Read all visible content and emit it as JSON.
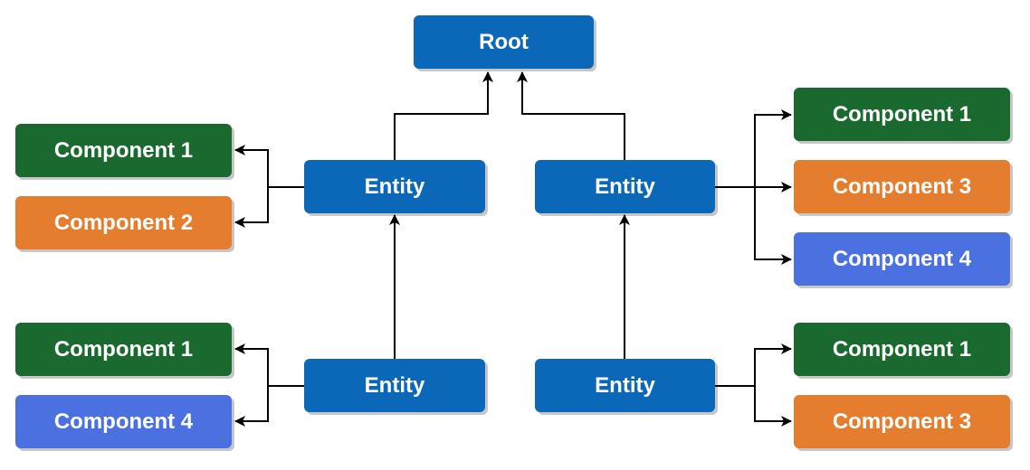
{
  "colors": {
    "entity": "#0b68b8",
    "component_1": "#1a6a30",
    "component_2": "#e57d2f",
    "component_3": "#e57d2f",
    "component_4": "#4b70e0",
    "connector": "#000000"
  },
  "diagram": {
    "root": {
      "label": "Root"
    },
    "entities": [
      {
        "label": "Entity",
        "components": [
          {
            "label": "Component 1",
            "kind": "component_1"
          },
          {
            "label": "Component 2",
            "kind": "component_2"
          }
        ]
      },
      {
        "label": "Entity",
        "components": [
          {
            "label": "Component 1",
            "kind": "component_1"
          },
          {
            "label": "Component 3",
            "kind": "component_3"
          },
          {
            "label": "Component 4",
            "kind": "component_4"
          }
        ]
      },
      {
        "label": "Entity",
        "components": [
          {
            "label": "Component 1",
            "kind": "component_1"
          },
          {
            "label": "Component 4",
            "kind": "component_4"
          }
        ]
      },
      {
        "label": "Entity",
        "components": [
          {
            "label": "Component 1",
            "kind": "component_1"
          },
          {
            "label": "Component 3",
            "kind": "component_3"
          }
        ]
      }
    ]
  }
}
